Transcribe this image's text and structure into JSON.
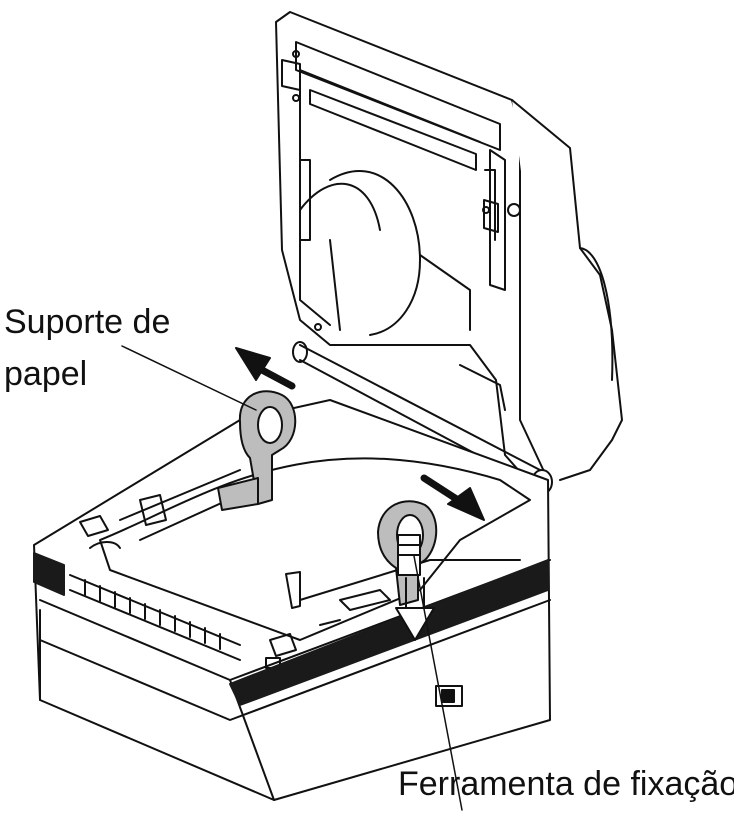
{
  "labels": {
    "paper_holder_line1": "Suporte de",
    "paper_holder_line2": "papel",
    "fixing_tool": "Ferramenta de fixação"
  },
  "colors": {
    "line": "#111111",
    "body": "#ffffff",
    "part_fill": "#bdbdbd",
    "band": "#1a1a1a"
  }
}
